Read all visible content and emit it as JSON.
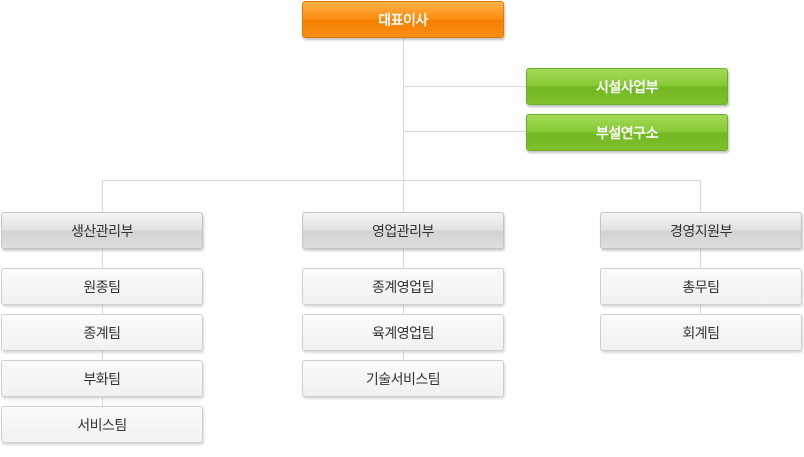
{
  "ceo": {
    "label": "대표이사"
  },
  "staff": [
    {
      "label": "시설사업부"
    },
    {
      "label": "부설연구소"
    }
  ],
  "departments": [
    {
      "label": "생산관리부",
      "teams": [
        "원종팀",
        "종계팀",
        "부화팀",
        "서비스팀"
      ]
    },
    {
      "label": "영업관리부",
      "teams": [
        "종계영업팀",
        "육계영업팀",
        "기술서비스팀"
      ]
    },
    {
      "label": "경영지원부",
      "teams": [
        "총무팀",
        "회계팀"
      ]
    }
  ],
  "colors": {
    "ceo": "#f98d16",
    "staff": "#86c934",
    "department": "#dedede",
    "team": "#f4f4f4",
    "connector": "#d9d9d9"
  }
}
